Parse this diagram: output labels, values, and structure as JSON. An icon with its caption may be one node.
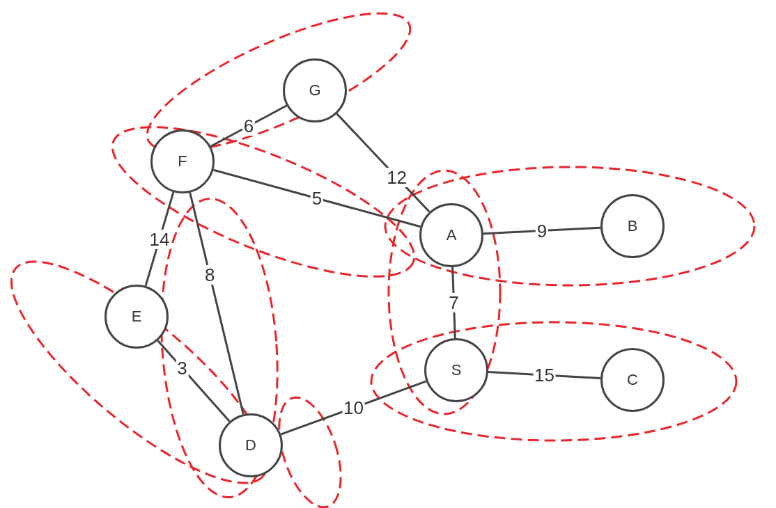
{
  "diagram": {
    "nodes": [
      {
        "text": [
          "G"
        ]
      },
      {
        "text": [
          "F"
        ]
      },
      {
        "text": [
          "A"
        ]
      },
      {
        "text": [
          "B"
        ]
      },
      {
        "text": [
          "E"
        ]
      },
      {
        "text": [
          "S"
        ]
      },
      {
        "text": [
          "C"
        ]
      },
      {
        "text": [
          "D"
        ]
      }
    ],
    "edges": [
      {
        "from": 1,
        "to": 0,
        "arrow": "none",
        "label": "6"
      },
      {
        "from": 0,
        "to": 2,
        "arrow": "none",
        "label": "12"
      },
      {
        "from": 1,
        "to": 2,
        "arrow": "none",
        "label": "5"
      },
      {
        "from": 2,
        "to": 3,
        "arrow": "none",
        "label": "9"
      },
      {
        "from": 1,
        "to": 4,
        "arrow": "none",
        "label": "14"
      },
      {
        "from": 1,
        "to": 7,
        "arrow": "none",
        "label": "8"
      },
      {
        "from": 2,
        "to": 5,
        "arrow": "none",
        "label": "7"
      },
      {
        "from": 4,
        "to": 7,
        "arrow": "none",
        "label": "3"
      },
      {
        "from": 7,
        "to": 5,
        "arrow": "none",
        "label": "10"
      },
      {
        "from": 5,
        "to": 6,
        "arrow": "none",
        "label": "15"
      }
    ]
  }
}
